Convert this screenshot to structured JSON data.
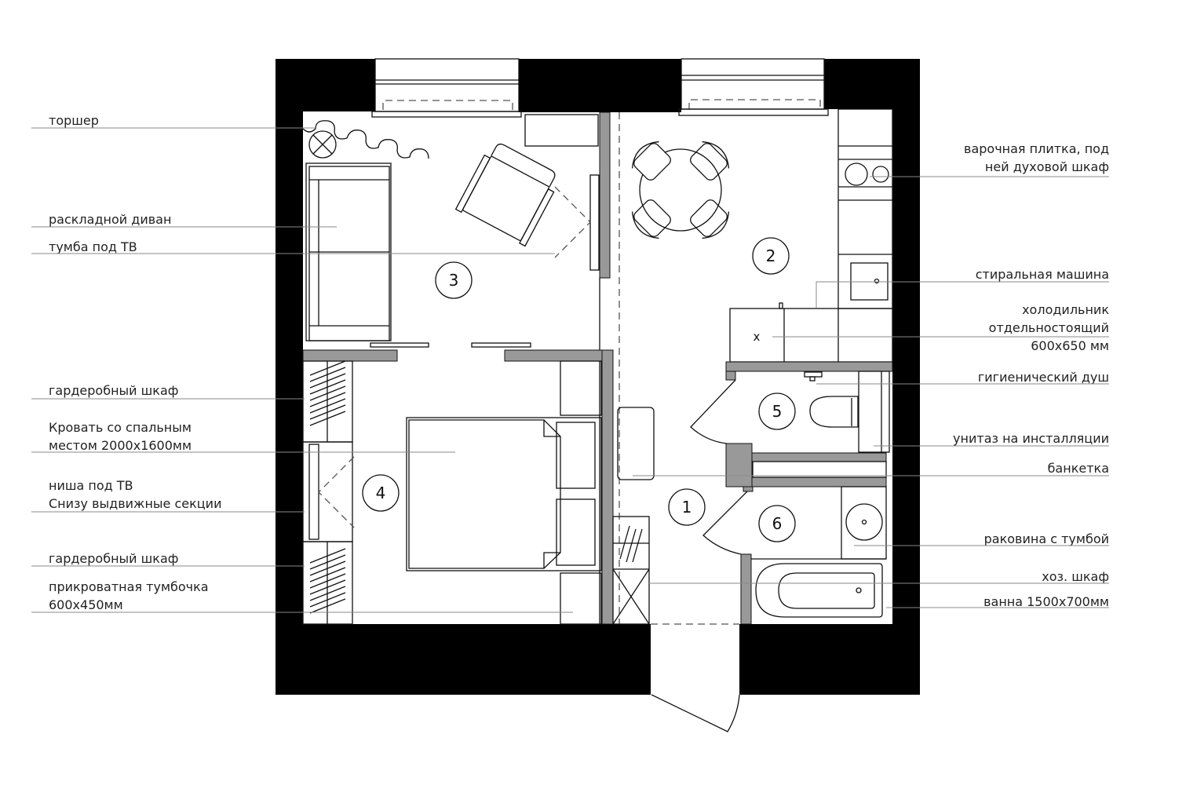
{
  "rooms": [
    {
      "number": "1"
    },
    {
      "number": "2"
    },
    {
      "number": "3"
    },
    {
      "number": "4"
    },
    {
      "number": "5"
    },
    {
      "number": "6"
    }
  ],
  "labels_left": [
    {
      "lines": [
        "торшер"
      ]
    },
    {
      "lines": [
        "раскладной диван"
      ]
    },
    {
      "lines": [
        "тумба под ТВ"
      ]
    },
    {
      "lines": [
        "гардеробный шкаф"
      ]
    },
    {
      "lines": [
        "Кровать со спальным",
        "местом 2000х1600мм"
      ]
    },
    {
      "lines": [
        "ниша под ТВ",
        "Снизу выдвижные секции"
      ]
    },
    {
      "lines": [
        "гардеробный шкаф"
      ]
    },
    {
      "lines": [
        "прикроватная тумбочка",
        "600х450мм"
      ]
    }
  ],
  "labels_right": [
    {
      "lines": [
        "варочная плитка, под",
        "ней духовой шкаф"
      ]
    },
    {
      "lines": [
        "стиральная машина"
      ]
    },
    {
      "lines": [
        "холодильник",
        "отдельностоящий",
        "600х650 мм"
      ]
    },
    {
      "lines": [
        "гигиенический душ"
      ]
    },
    {
      "lines": [
        "унитаз на инсталляции"
      ]
    },
    {
      "lines": [
        "банкетка"
      ]
    },
    {
      "lines": [
        "раковина с тумбой"
      ]
    },
    {
      "lines": [
        "хоз. шкаф"
      ]
    },
    {
      "lines": [
        "ванна 1500х700мм"
      ]
    }
  ],
  "fridge_mark": "x"
}
